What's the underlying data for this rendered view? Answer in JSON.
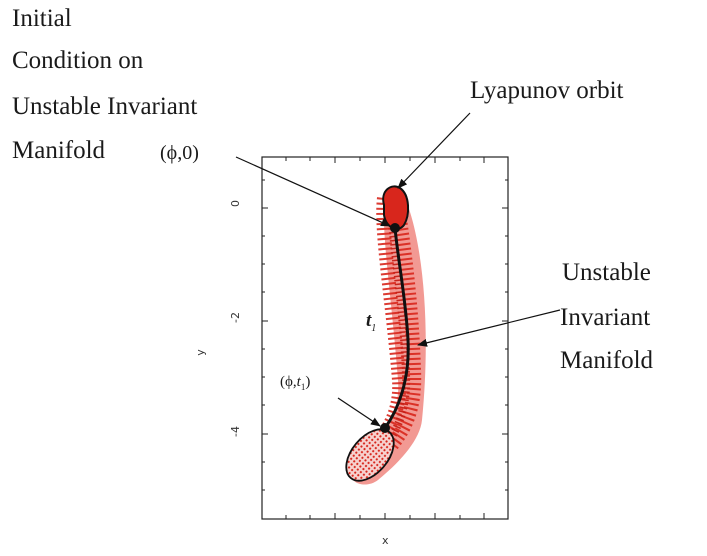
{
  "labels": {
    "initial_line1": "Initial",
    "initial_line2": "Condition on",
    "initial_line3": "Unstable Invariant",
    "initial_line4": "Manifold",
    "phi0": "(ϕ,0)",
    "lyapunov": "Lyapunov orbit",
    "manifold_line1": "Unstable",
    "manifold_line2": "Invariant",
    "manifold_line3": "Manifold",
    "t1": "t",
    "t1_sub": "1",
    "phi_t1_prefix": "(ϕ,",
    "phi_t1_t": "t",
    "phi_t1_sub": "1",
    "phi_t1_suffix": ")"
  },
  "axes": {
    "xlabel": "x",
    "ylabel": "y",
    "yticks": [
      "0",
      "-2",
      "-4"
    ]
  },
  "colors": {
    "manifold_red": "#d8261c",
    "curve": "#111111",
    "text": "#1a1a1a"
  }
}
